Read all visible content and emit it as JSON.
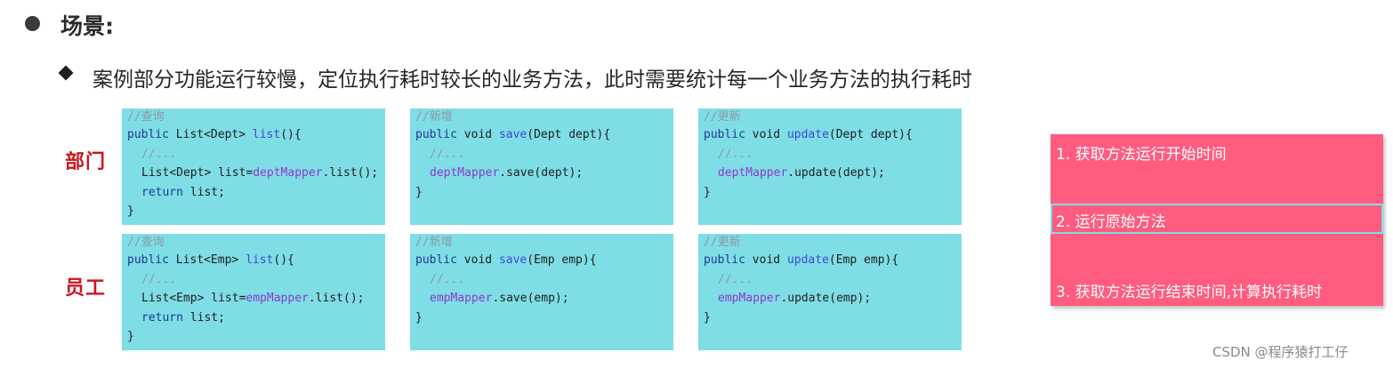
{
  "heading": "场景:",
  "description": "案例部分功能运行较慢，定位执行耗时较长的业务方法，此时需要统计每一个业务方法的执行耗时",
  "rows": [
    {
      "label": "部门",
      "boxes": [
        {
          "comment": "//查询",
          "line1": {
            "kw": "public",
            "pre": " List<Dept> ",
            "fn": "list",
            "post": "(){"
          },
          "body_comment": "//...",
          "line3": {
            "pre": "List<Dept> list=",
            "mapper": "deptMapper",
            "post": ".list();"
          },
          "line4": {
            "kw": "return",
            "post": " list;"
          },
          "close": "}"
        },
        {
          "comment": "//新增",
          "line1": {
            "kw": "public",
            "pre": " void ",
            "fn": "save",
            "post": "(Dept dept){"
          },
          "body_comment": "//...",
          "line3": {
            "pre": "",
            "mapper": "deptMapper",
            "post": ".save(dept);"
          },
          "close": "}"
        },
        {
          "comment": "//更新",
          "line1": {
            "kw": "public",
            "pre": " void ",
            "fn": "update",
            "post": "(Dept dept){"
          },
          "body_comment": "//...",
          "line3": {
            "pre": "",
            "mapper": "deptMapper",
            "post": ".update(dept);"
          },
          "close": "}"
        }
      ]
    },
    {
      "label": "员工",
      "boxes": [
        {
          "comment": "//查询",
          "line1": {
            "kw": "public",
            "pre": " List<Emp> ",
            "fn": "list",
            "post": "(){"
          },
          "body_comment": "//...",
          "line3": {
            "pre": "List<Emp> list=",
            "mapper": "empMapper",
            "post": ".list();"
          },
          "line4": {
            "kw": "return",
            "post": " list;"
          },
          "close": "}"
        },
        {
          "comment": "//新增",
          "line1": {
            "kw": "public",
            "pre": " void ",
            "fn": "save",
            "post": "(Emp emp){"
          },
          "body_comment": "//...",
          "line3": {
            "pre": "",
            "mapper": "empMapper",
            "post": ".save(emp);"
          },
          "close": "}"
        },
        {
          "comment": "//更新",
          "line1": {
            "kw": "public",
            "pre": " void ",
            "fn": "update",
            "post": "(Emp emp){"
          },
          "body_comment": "//...",
          "line3": {
            "pre": "",
            "mapper": "empMapper",
            "post": ".update(emp);"
          },
          "close": "}"
        }
      ]
    }
  ],
  "steps": [
    "1. 获取方法运行开始时间",
    "2. 运行原始方法",
    "3. 获取方法运行结束时间,计算执行耗时"
  ],
  "watermark": "CSDN @程序猿打工仔",
  "colors": {
    "code_bg": "#7fdde6",
    "steps_bg": "#ff5c7f",
    "label_red": "#c8161d",
    "mapper_purple": "#8a3cc9"
  }
}
